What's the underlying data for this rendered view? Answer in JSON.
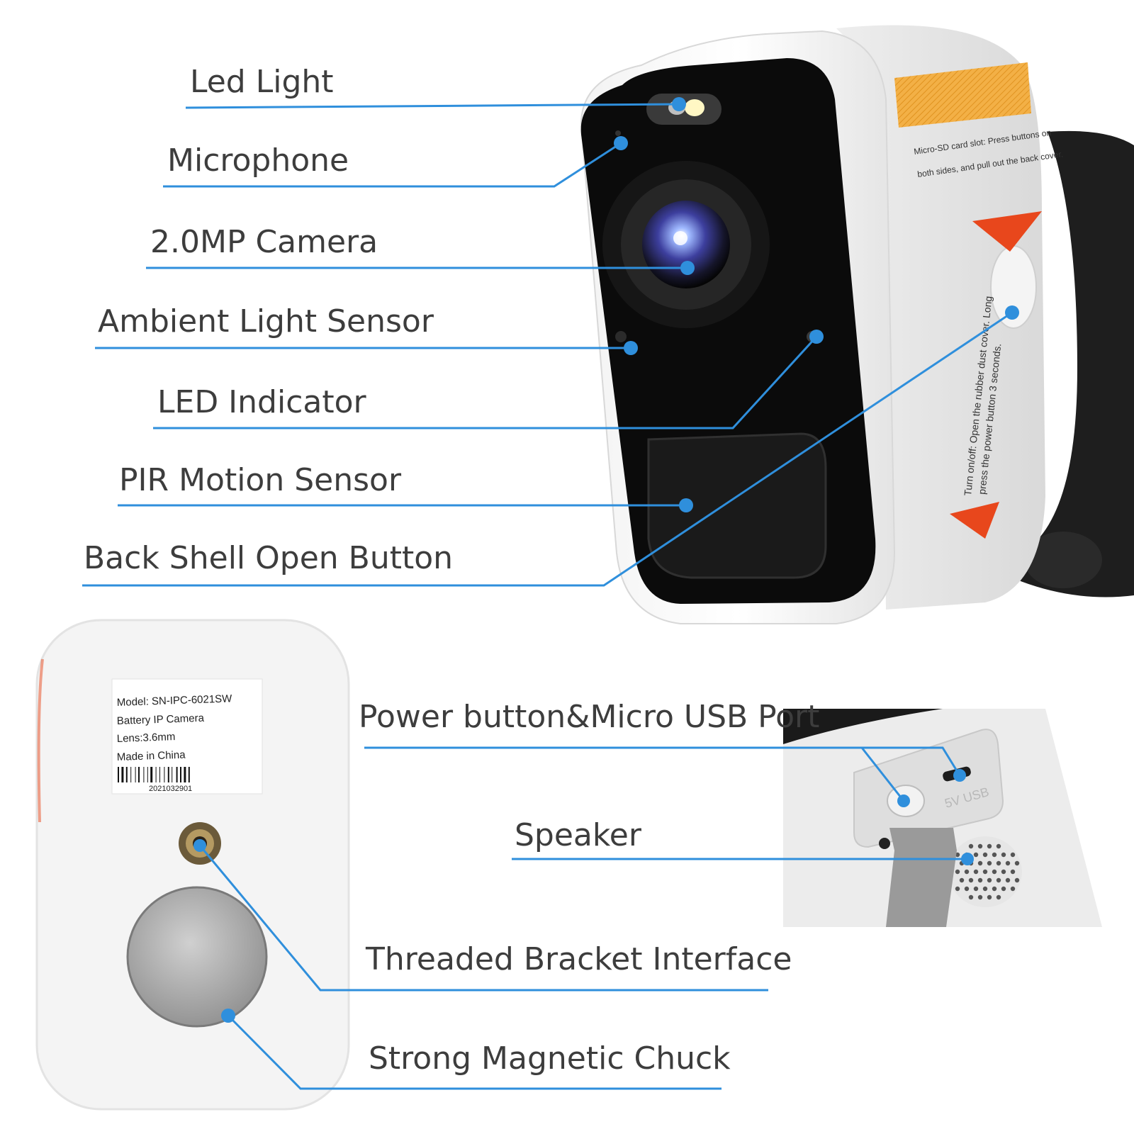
{
  "callouts": {
    "led_light": "Led Light",
    "microphone": "Microphone",
    "camera": "2.0MP Camera",
    "ambient_light_sensor": "Ambient Light Sensor",
    "led_indicator": "LED Indicator",
    "pir_motion_sensor": "PIR Motion Sensor",
    "back_shell_open_button": "Back Shell Open Button",
    "power_usb_port": "Power button&Micro USB Port",
    "speaker": "Speaker",
    "threaded_bracket": "Threaded Bracket Interface",
    "magnetic_chuck": "Strong Magnetic Chuck"
  },
  "side_sticker": {
    "line1": "Micro-SD card slot: Press buttons on",
    "line2": "both sides, and pull out the back cover.",
    "power_line1": "Turn on/off: Open the rubber dust cover. Long",
    "power_line2": "press the power button      3 seconds."
  },
  "back_label": {
    "model": "Model: SN-IPC-6021SW",
    "type": "Battery IP Camera",
    "lens": "Lens:3.6mm",
    "origin": "Made in China",
    "barcode_number": "2021032901"
  },
  "port_label": "5V   USB",
  "colors": {
    "callout_line": "#2f8fdc",
    "text": "#3d3d3d",
    "warning_red": "#e8471c",
    "hazard_orange": "#f1a632"
  }
}
